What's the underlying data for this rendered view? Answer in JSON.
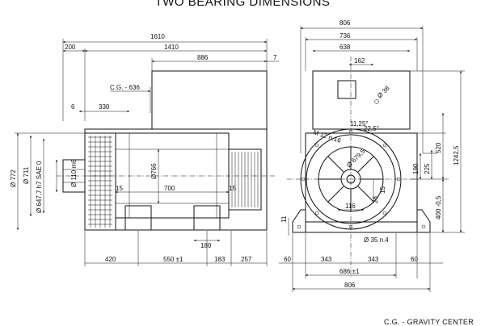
{
  "title": "TWO BEARING DIMENSIONS",
  "footnote": "C.G. - GRAVITY CENTER",
  "side_view": {
    "d1610": "1610",
    "d200": "200",
    "d1410": "1410",
    "d886": "886",
    "d7": "7",
    "cg": "C.G. -  636",
    "d6": "6",
    "d330": "330",
    "phi110": "Ø 110  m6",
    "phi766": "Ø766",
    "d15a": "15",
    "d700": "700",
    "d15b": "15",
    "phi772": "Ø 772",
    "phi711": "Ø 711",
    "phi647": "Ø 647,7  h7  SAE  0",
    "d11": "11",
    "d180": "180",
    "d420": "420",
    "d550": "550 ±1",
    "d183": "183",
    "d257": "257"
  },
  "end_view": {
    "d806top": "806",
    "d736": "736",
    "d638": "638",
    "d162": "162",
    "phi38": "Ø 38",
    "d1125": "11,25°",
    "d225": "22,5°",
    "m12": "M 12  n.16",
    "phi679": "Ø 679,5",
    "phi35": "Ø 35  n.4",
    "d28": "28",
    "d15": "15",
    "d116": "116",
    "d520": "520",
    "d12425": "1242,5",
    "d190": "190",
    "d225v": "225",
    "d400": "400  -0,5",
    "d60a": "60",
    "d343a": "343",
    "d343b": "343",
    "d60b": "60",
    "d686": "686 ±1",
    "d806bot": "806"
  }
}
